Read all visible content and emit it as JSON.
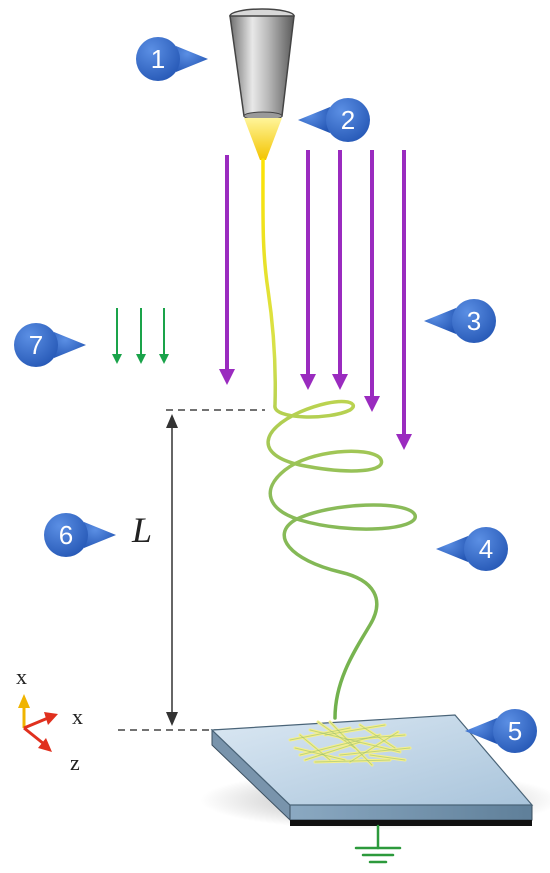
{
  "markers": [
    {
      "id": "nozzle",
      "label": "1"
    },
    {
      "id": "taylor-cone",
      "label": "2"
    },
    {
      "id": "electric-field",
      "label": "3"
    },
    {
      "id": "whipping-jet",
      "label": "4"
    },
    {
      "id": "collector",
      "label": "5"
    },
    {
      "id": "distance",
      "label": "6"
    },
    {
      "id": "airflow",
      "label": "7"
    }
  ],
  "distance_label": "L",
  "axes": {
    "x_vertical": "x",
    "x_horizontal": "x",
    "z": "z"
  },
  "colors": {
    "marker_fill": "#2f6bd0",
    "field_arrow": "#9a2bbf",
    "air_arrow": "#1aa34a",
    "jet_start": "#ffe000",
    "jet_end": "#7fc04a",
    "collector_top": "#c9dcec",
    "ground": "#2c9a3c",
    "axis_up": "#f0b400",
    "axis_side": "#e0301e"
  }
}
